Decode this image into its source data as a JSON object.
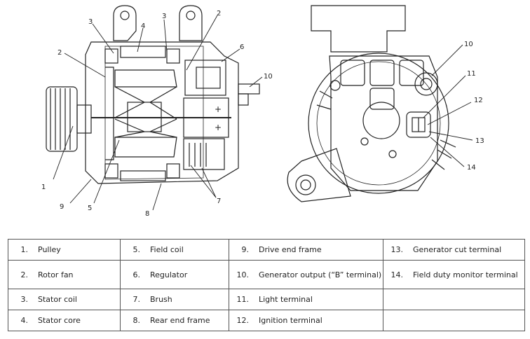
{
  "diagram": {
    "front_view_callouts": [
      "1",
      "2",
      "3",
      "4",
      "3",
      "2",
      "6",
      "10",
      "7",
      "8",
      "9",
      "5"
    ],
    "rear_view_callouts": [
      "10",
      "11",
      "12",
      "13",
      "14"
    ]
  },
  "legend": {
    "rows": [
      [
        {
          "num": "1.",
          "text": "Pulley"
        },
        {
          "num": "5.",
          "text": "Field coil"
        },
        {
          "num": "9.",
          "text": "Drive end frame"
        },
        {
          "num": "13.",
          "text": "Generator cut terminal"
        }
      ],
      [
        {
          "num": "2.",
          "text": "Rotor fan"
        },
        {
          "num": "6.",
          "text": "Regulator"
        },
        {
          "num": "10.",
          "text": "Generator output (“B” terminal)"
        },
        {
          "num": "14.",
          "text": "Field duty monitor terminal"
        }
      ],
      [
        {
          "num": "3.",
          "text": "Stator coil"
        },
        {
          "num": "7.",
          "text": "Brush"
        },
        {
          "num": "11.",
          "text": "Light terminal"
        },
        {
          "num": "",
          "text": ""
        }
      ],
      [
        {
          "num": "4.",
          "text": "Stator core"
        },
        {
          "num": "8.",
          "text": "Rear end frame"
        },
        {
          "num": "12.",
          "text": "Ignition terminal"
        },
        {
          "num": "",
          "text": ""
        }
      ]
    ]
  }
}
